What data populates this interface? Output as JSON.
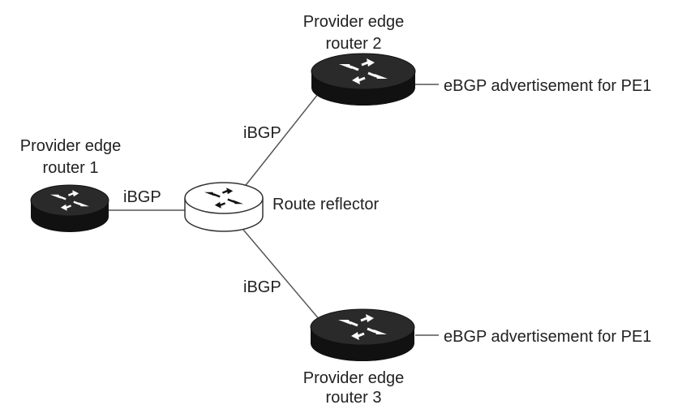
{
  "diagram": {
    "nodes": {
      "pe1": {
        "label_line1": "Provider edge",
        "label_line2": "router 1",
        "icon": "router-icon",
        "color": "#111111"
      },
      "pe2": {
        "label_line1": "Provider edge",
        "label_line2": "router 2",
        "icon": "router-icon",
        "color": "#111111"
      },
      "pe3": {
        "label_line1": "Provider edge",
        "label_line2": "router 3",
        "icon": "router-icon",
        "color": "#111111"
      },
      "rr": {
        "label": "Route reflector",
        "icon": "router-icon",
        "color": "#ffffff"
      }
    },
    "links": {
      "pe1_rr": "iBGP",
      "rr_pe2": "iBGP",
      "rr_pe3": "iBGP"
    },
    "external": {
      "pe2": "eBGP advertisement for PE1",
      "pe3": "eBGP advertisement for PE1"
    }
  }
}
